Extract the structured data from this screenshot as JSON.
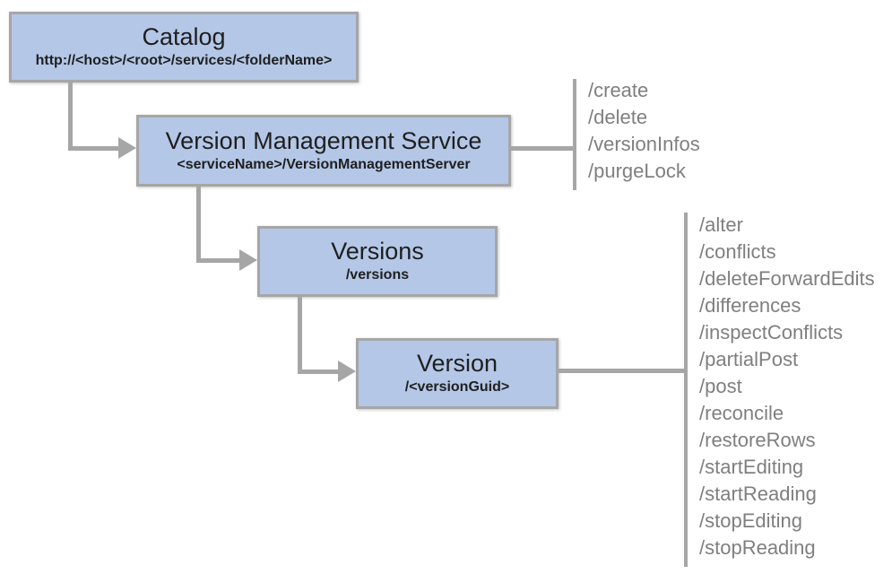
{
  "diagram": {
    "nodes": [
      {
        "id": "catalog",
        "title": "Catalog",
        "subtitle": "http://<host>/<root>/services/<folderName>"
      },
      {
        "id": "version-management-service",
        "title": "Version Management Service",
        "subtitle": "<serviceName>/VersionManagementServer",
        "endpoints": [
          "/create",
          "/delete",
          "/versionInfos",
          "/purgeLock"
        ]
      },
      {
        "id": "versions",
        "title": "Versions",
        "subtitle": "/versions"
      },
      {
        "id": "version",
        "title": "Version",
        "subtitle": "/<versionGuid>",
        "endpoints": [
          "/alter",
          "/conflicts",
          "/deleteForwardEdits",
          "/differences",
          "/inspectConflicts",
          "/partialPost",
          "/post",
          "/reconcile",
          "/restoreRows",
          "/startEditing",
          "/startReading",
          "/stopEditing",
          "/stopReading"
        ]
      }
    ],
    "colors": {
      "node_fill": "#b4c7e7",
      "node_border": "#a6a6a6",
      "connector": "#a6a6a6",
      "title_text": "#1f1f1f",
      "endpoint_text": "#7f7f7f",
      "canvas_bg": "#ffffff"
    }
  }
}
